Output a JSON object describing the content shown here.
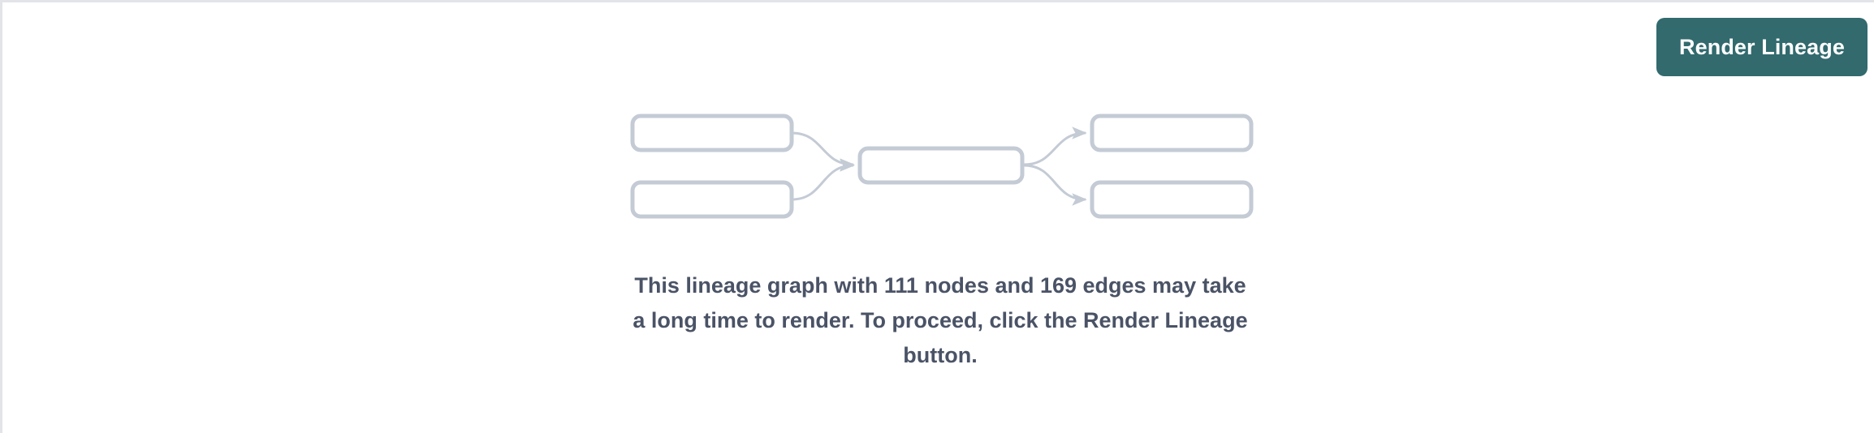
{
  "page": {
    "background_color": "#ffffff",
    "border_color": "#e2e4e8"
  },
  "toolbar": {
    "render_button_label": "Render Lineage",
    "render_button_bg": "#326a6e",
    "render_button_text_color": "#ffffff"
  },
  "placeholder_graph": {
    "node_border_color": "#c4cbd5",
    "edge_color": "#c4cbd5",
    "node_count_shown": 5,
    "edge_count_shown": 4,
    "nodes": [
      {
        "id": "upstream-1",
        "label": ""
      },
      {
        "id": "upstream-2",
        "label": ""
      },
      {
        "id": "center",
        "label": ""
      },
      {
        "id": "downstream-1",
        "label": ""
      },
      {
        "id": "downstream-2",
        "label": ""
      }
    ]
  },
  "notice": {
    "text": "This lineage graph with 111 nodes and 169 edges may take a long time to render. To proceed, click the Render Lineage button.",
    "node_count": "111",
    "edge_count": "169",
    "text_color": "#4a5366"
  }
}
